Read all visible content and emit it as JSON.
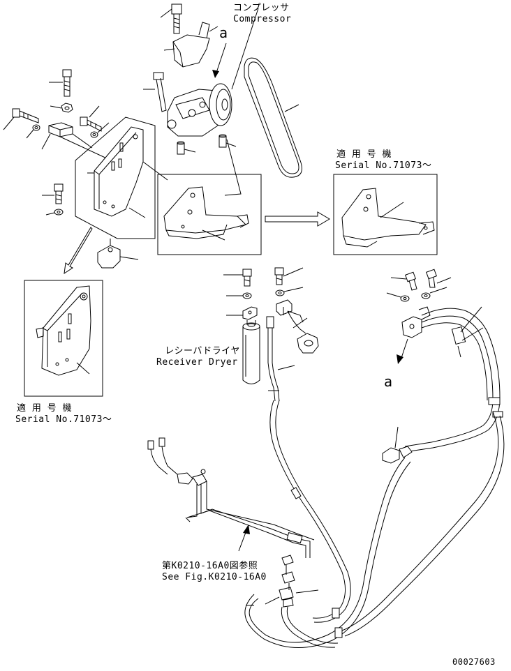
{
  "labels": {
    "compressor_jp": "コンプレッサ",
    "compressor_en": "Compressor",
    "marker_a_top": "a",
    "serial_jp_right": "適 用 号 機",
    "serial_en_right": "Serial No.71073～",
    "receiver_jp": "レシーバドライヤ",
    "receiver_en": "Receiver Dryer",
    "marker_a_right": "a",
    "serial_jp_left": "適 用 号 機",
    "serial_en_left": "Serial No.71073～",
    "ref_jp": "第K0210-16A0図参照",
    "ref_en": "See Fig.K0210-16A0",
    "drawing_number": "00027603"
  }
}
